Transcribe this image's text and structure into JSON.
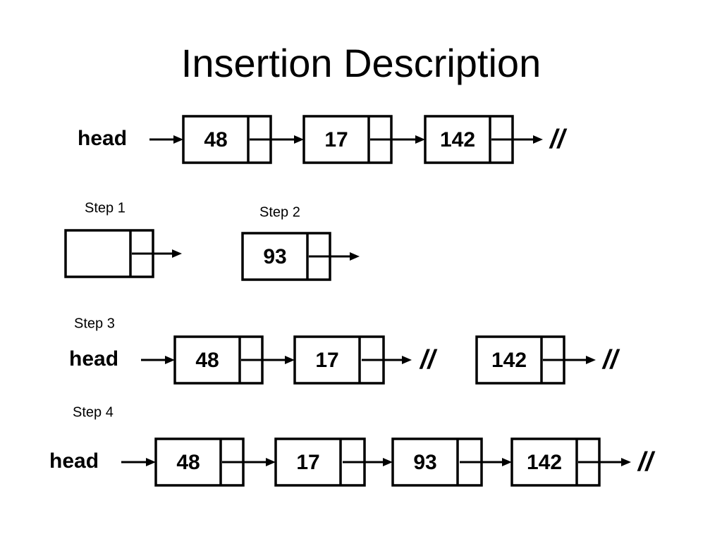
{
  "title": "Insertion Description",
  "head_label": "head",
  "null_marker": "//",
  "rows": [
    {
      "step_label": "",
      "nodes": [
        "48",
        "17",
        "142"
      ],
      "ends_null": true
    },
    {
      "step_label": "Step 1",
      "nodes": [
        ""
      ],
      "ends_null": false
    },
    {
      "step_label": "Step 2",
      "nodes": [
        "93"
      ],
      "ends_null": false
    },
    {
      "step_label": "Step 3",
      "nodes": [
        "48",
        "17",
        "142"
      ],
      "ends_null": true
    },
    {
      "step_label": "Step 4",
      "nodes": [
        "48",
        "17",
        "93",
        "142"
      ],
      "ends_null": true
    }
  ]
}
